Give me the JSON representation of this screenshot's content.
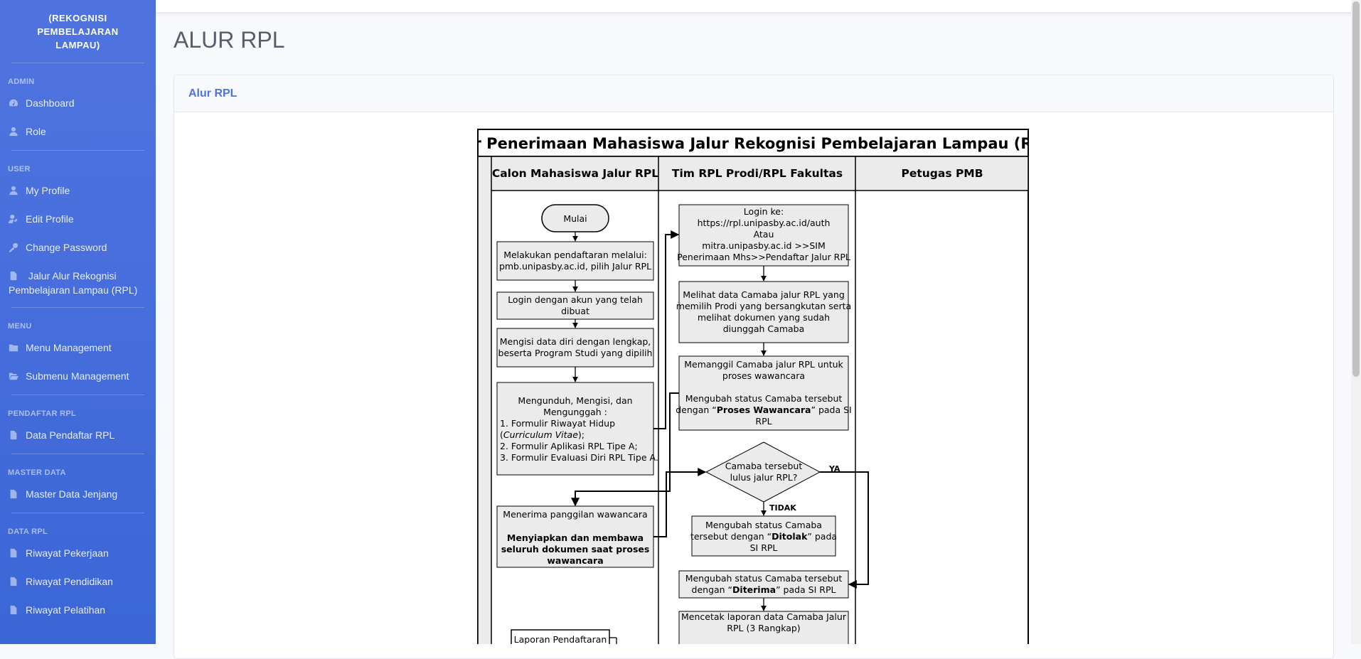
{
  "sidebar": {
    "brand": "(REKOGNISI PEMBELAJARAN LAMPAU)",
    "sections": {
      "admin": "ADMIN",
      "user": "USER",
      "menu": "MENU",
      "pendaftar": "PENDAFTAR RPL",
      "master": "MASTER DATA",
      "data": "DATA RPL"
    },
    "items": {
      "dashboard": "Dashboard",
      "role": "Role",
      "my_profile": "My Profile",
      "edit_profile": "Edit Profile",
      "change_password": "Change Password",
      "jalur": "Jalur Alur Rekognisi Pembelajaran Lampau (RPL)",
      "menu_management": "Menu Management",
      "submenu_management": "Submenu Management",
      "data_pendaftar": "Data Pendaftar RPL",
      "master_jenjang": "Master Data Jenjang",
      "riwayat_pekerjaan": "Riwayat Pekerjaan",
      "riwayat_pendidikan": "Riwayat Pendidikan",
      "riwayat_pelatihan": "Riwayat Pelatihan"
    }
  },
  "page": {
    "title": "ALUR RPL",
    "card_title": "Alur RPL"
  },
  "flow": {
    "title": "Alur Penerimaan Mahasiswa Jalur Rekognisi Pembelajaran Lampau (RPL)",
    "lane1": "Calon Mahasiswa Jalur RPL",
    "lane2": "Tim RPL Prodi/RPL Fakultas",
    "lane3": "Petugas PMB",
    "start": "Mulai",
    "s1a": "Melakukan pendaftaran melalui:",
    "s1b": "pmb.unipasby.ac.id, pilih Jalur RPL",
    "s2a": "Login dengan akun yang telah",
    "s2b": "dibuat",
    "s3a": "Mengisi data diri dengan lengkap,",
    "s3b": "beserta Program Studi yang dipilih",
    "s4a": "Mengunduh, Mengisi, dan",
    "s4b": "Mengunggah :",
    "s4c": "1. Formulir Riwayat Hidup",
    "s4d_pre": "(",
    "s4d_it": "Curriculum Vitae",
    "s4d_post": ");",
    "s4e": "2. Formulir Aplikasi RPL Tipe A;",
    "s4f": "3. Formulir Evaluasi Diri RPL Tipe A.",
    "s5a": "Menerima panggilan wawancara",
    "s5b": "Menyiapkan dan membawa",
    "s5c": "seluruh dokumen saat proses",
    "s5d": "wawancara",
    "s6": "Laporan Pendaftaran",
    "t1a": "Login ke:",
    "t1b": "https://rpl.unipasby.ac.id/auth",
    "t1c": "Atau",
    "t1d": "mitra.unipasby.ac.id >>SIM",
    "t1e": "Penerimaan Mhs>>Pendaftar Jalur RPL",
    "t2a": "Melihat data Camaba jalur RPL yang",
    "t2b": "memilih Prodi yang bersangkutan serta",
    "t2c": "melihat dokumen yang sudah",
    "t2d": "diunggah Camaba",
    "t3a": "Memanggil Camaba jalur RPL untuk",
    "t3b": "proses wawancara",
    "t3c": "Mengubah status Camaba tersebut",
    "t3d_pre": "dengan “",
    "t3d_b": "Proses Wawancara",
    "t3d_post": "” pada SI",
    "t3e": "RPL",
    "d1a": "Camaba tersebut",
    "d1b": "lulus jalur RPL?",
    "ya": "YA",
    "tidak": "TIDAK",
    "t4a": "Mengubah status Camaba",
    "t4b": "tersebut dengan “",
    "t4b_b": "Ditolak",
    "t4b_post": "” pada",
    "t4c": "SI RPL",
    "t5a": "Mengubah status Camaba tersebut",
    "t5b_pre": "dengan “",
    "t5b_b": "Diterima",
    "t5b_post": "” pada SI RPL",
    "t6a": "Mencetak laporan data Camaba Jalur",
    "t6b": "RPL (3 Rangkap)"
  }
}
